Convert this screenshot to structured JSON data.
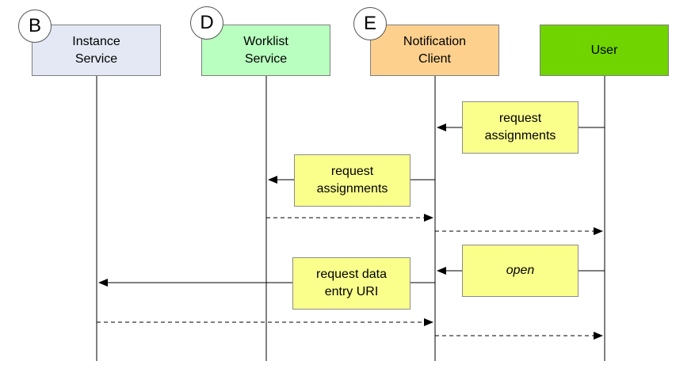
{
  "actors": [
    {
      "id": "B",
      "line1": "Instance",
      "line2": "Service",
      "color": "#e3e8f4"
    },
    {
      "id": "D",
      "line1": "Worklist",
      "line2": "Service",
      "color": "#b9ffc0"
    },
    {
      "id": "E",
      "line1": "Notification",
      "line2": "Client",
      "color": "#fdd08e"
    },
    {
      "id": "",
      "line1": "User",
      "line2": "",
      "color": "#6fd400"
    }
  ],
  "messages": [
    {
      "line1": "request",
      "line2": "assignments",
      "italic": false
    },
    {
      "line1": "request",
      "line2": "assignments",
      "italic": false
    },
    {
      "line1": "open",
      "line2": "",
      "italic": true
    },
    {
      "line1": "request data",
      "line2": "entry URI",
      "italic": false
    }
  ],
  "colors": {
    "message_fill": "#faff8c",
    "line": "#000000"
  }
}
